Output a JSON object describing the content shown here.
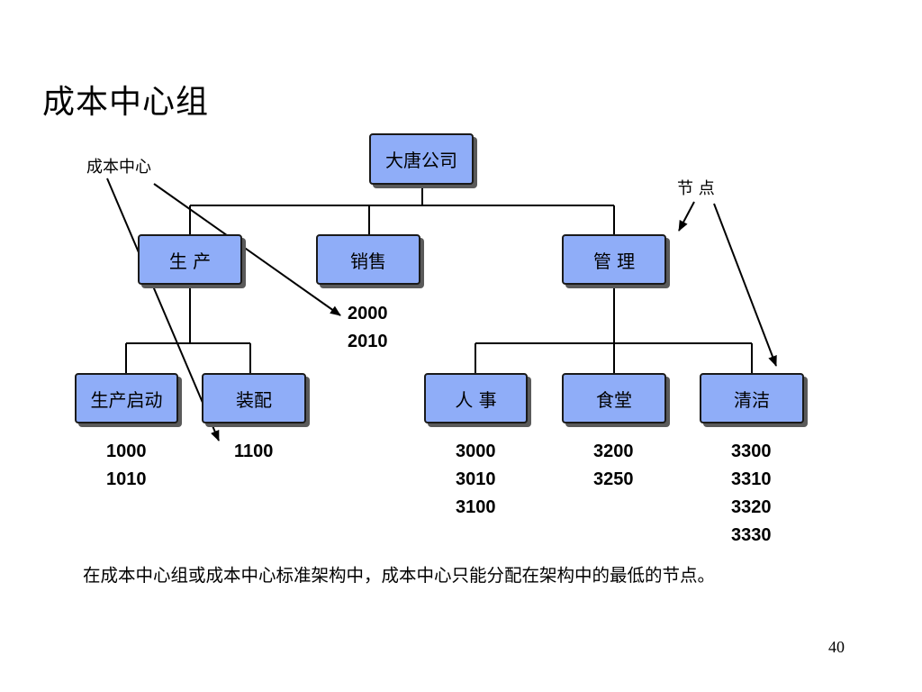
{
  "title": "成本中心组",
  "callouts": {
    "cost_center": "成本中心",
    "node": "节 点"
  },
  "nodes": {
    "root": "大唐公司",
    "production": "生 产",
    "sales": "销售",
    "management": "管 理",
    "production_startup": "生产启动",
    "assembly": "装配",
    "hr": "人 事",
    "canteen": "食堂",
    "cleaning": "清洁"
  },
  "codes": {
    "sales": [
      "2000",
      "2010"
    ],
    "production_startup": [
      "1000",
      "1010"
    ],
    "assembly": [
      "1100"
    ],
    "hr": [
      "3000",
      "3010",
      "3100"
    ],
    "canteen": [
      "3200",
      "3250"
    ],
    "cleaning": [
      "3300",
      "3310",
      "3320",
      "3330"
    ]
  },
  "note": "在成本中心组或成本中心标准架构中，成本中心只能分配在架构中的最低的节点。",
  "page_number": "40"
}
